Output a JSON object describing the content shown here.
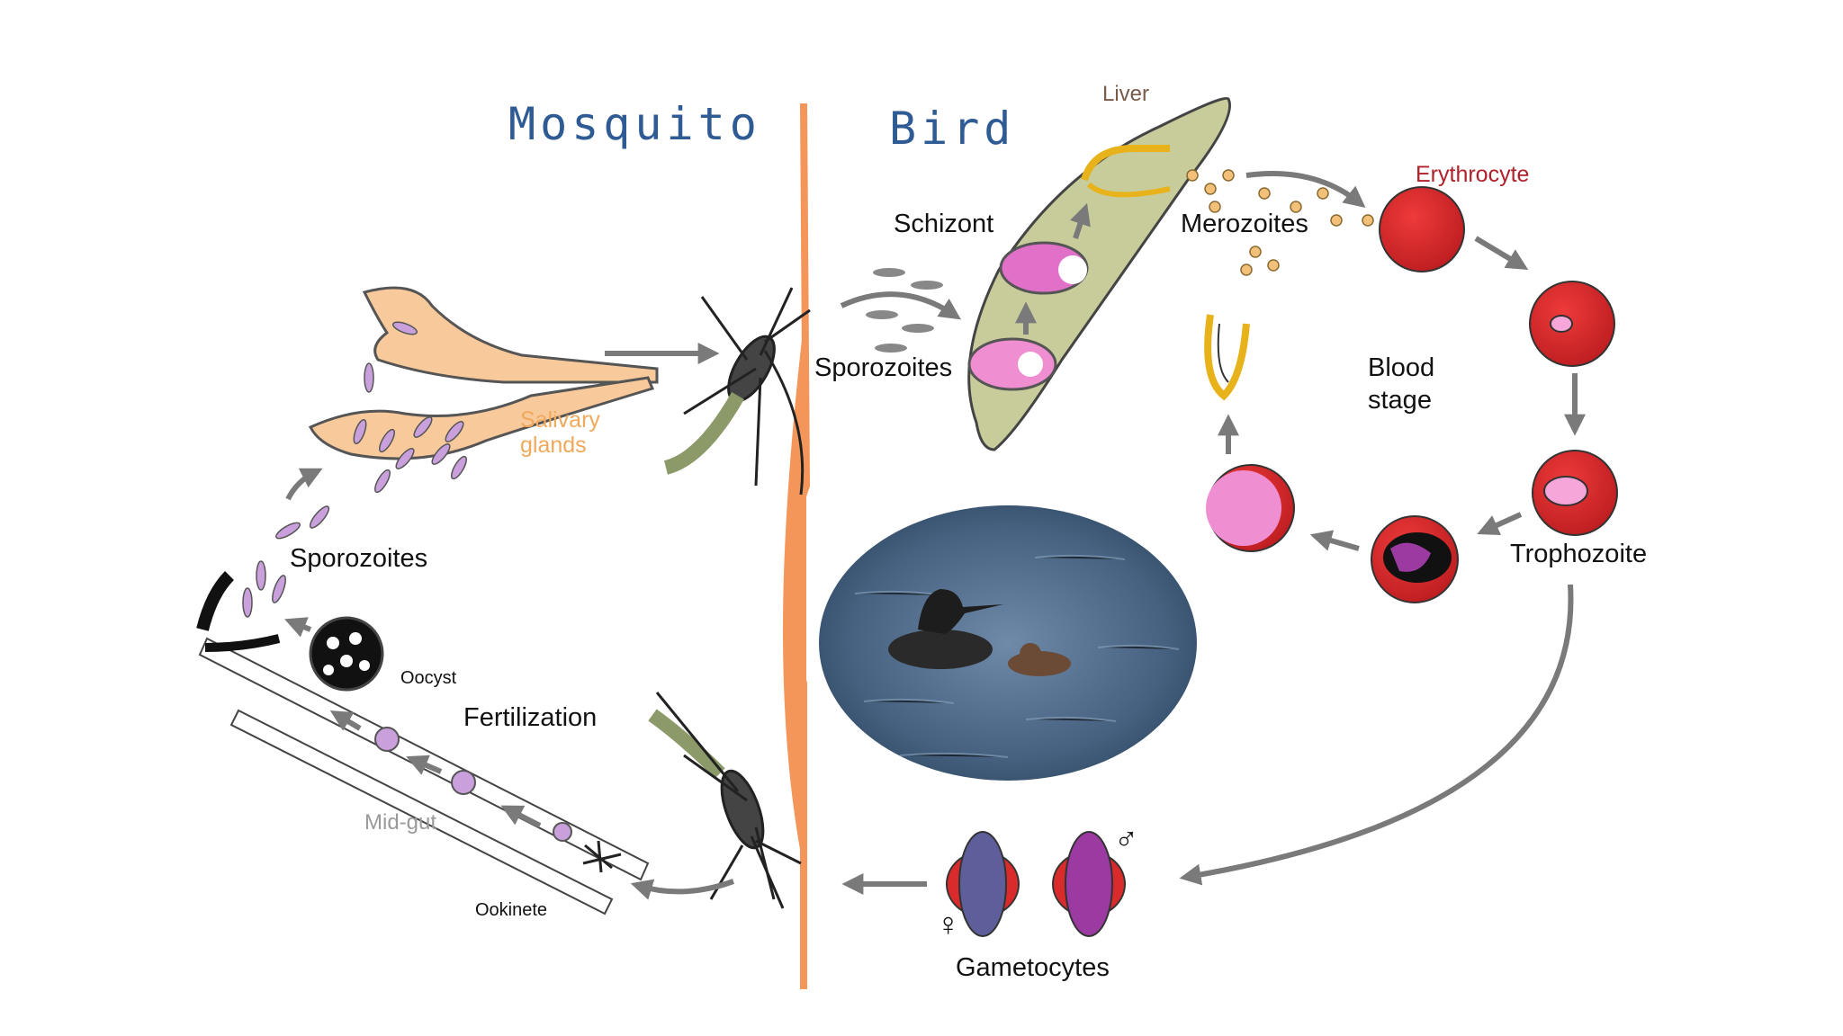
{
  "titles": {
    "left": "Mosquito",
    "right": "Bird"
  },
  "labels": {
    "liver": "Liver",
    "schizont": "Schizont",
    "merozoites": "Merozoites",
    "erythrocyte": "Erythrocyte",
    "sporozoites_bird": "Sporozoites",
    "blood_stage_1": "Blood",
    "blood_stage_2": "stage",
    "trophozoite": "Trophozoite",
    "gametocytes": "Gametocytes",
    "salivary_1": "Salivary",
    "salivary_2": "glands",
    "sporozoites_mosquito": "Sporozoites",
    "oocyst": "Oocyst",
    "fertilization": "Fertilization",
    "midgut": "Mid-gut",
    "ookinete": "Ookinete"
  },
  "symbols": {
    "female": "♀",
    "male": "♂"
  },
  "colors": {
    "title": "#2f5b95",
    "divider": "#f4955a",
    "liver": "#c8cc9a",
    "erythrocyte": "#d92b2b",
    "parasite_pink": "#f08ed2",
    "parasite_purple": "#9b3aa0",
    "gland": "#f8c99a",
    "sporozoite": "#c9a0dc",
    "arrow": "#7a7a7a"
  },
  "icons": [
    "mosquito-icon",
    "loon-photo",
    "liver-icon",
    "erythrocyte-icon",
    "gametocyte-icon",
    "salivary-gland-icon",
    "oocyst-icon",
    "midgut-icon"
  ]
}
